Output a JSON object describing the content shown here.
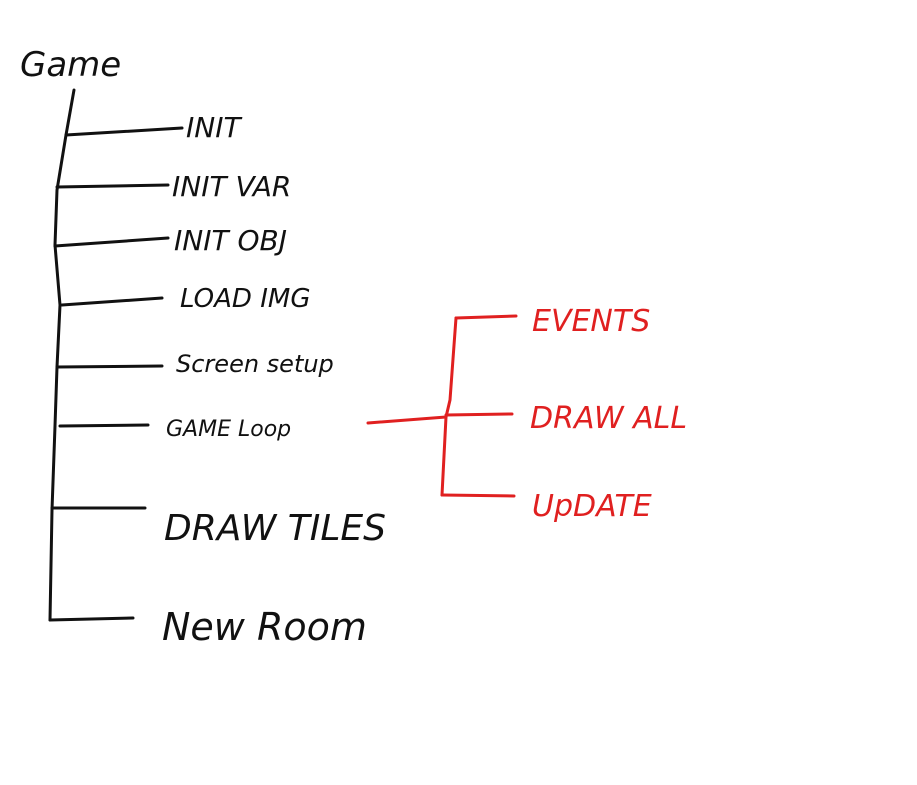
{
  "root": {
    "label": "Game"
  },
  "children": [
    {
      "label": "INIT"
    },
    {
      "label": "INIT VAR"
    },
    {
      "label": "INIT OBJ"
    },
    {
      "label": "LOAD IMG"
    },
    {
      "label": "Screen setup"
    },
    {
      "label": "GAME Loop"
    },
    {
      "label": "DRAW TILES"
    },
    {
      "label": "New Room"
    }
  ],
  "game_loop_children": [
    {
      "label": "EVENTS"
    },
    {
      "label": "DRAW ALL"
    },
    {
      "label": "UpDATE"
    }
  ],
  "colors": {
    "ink": "#111111",
    "accent": "#e02020",
    "background": "#ffffff"
  }
}
